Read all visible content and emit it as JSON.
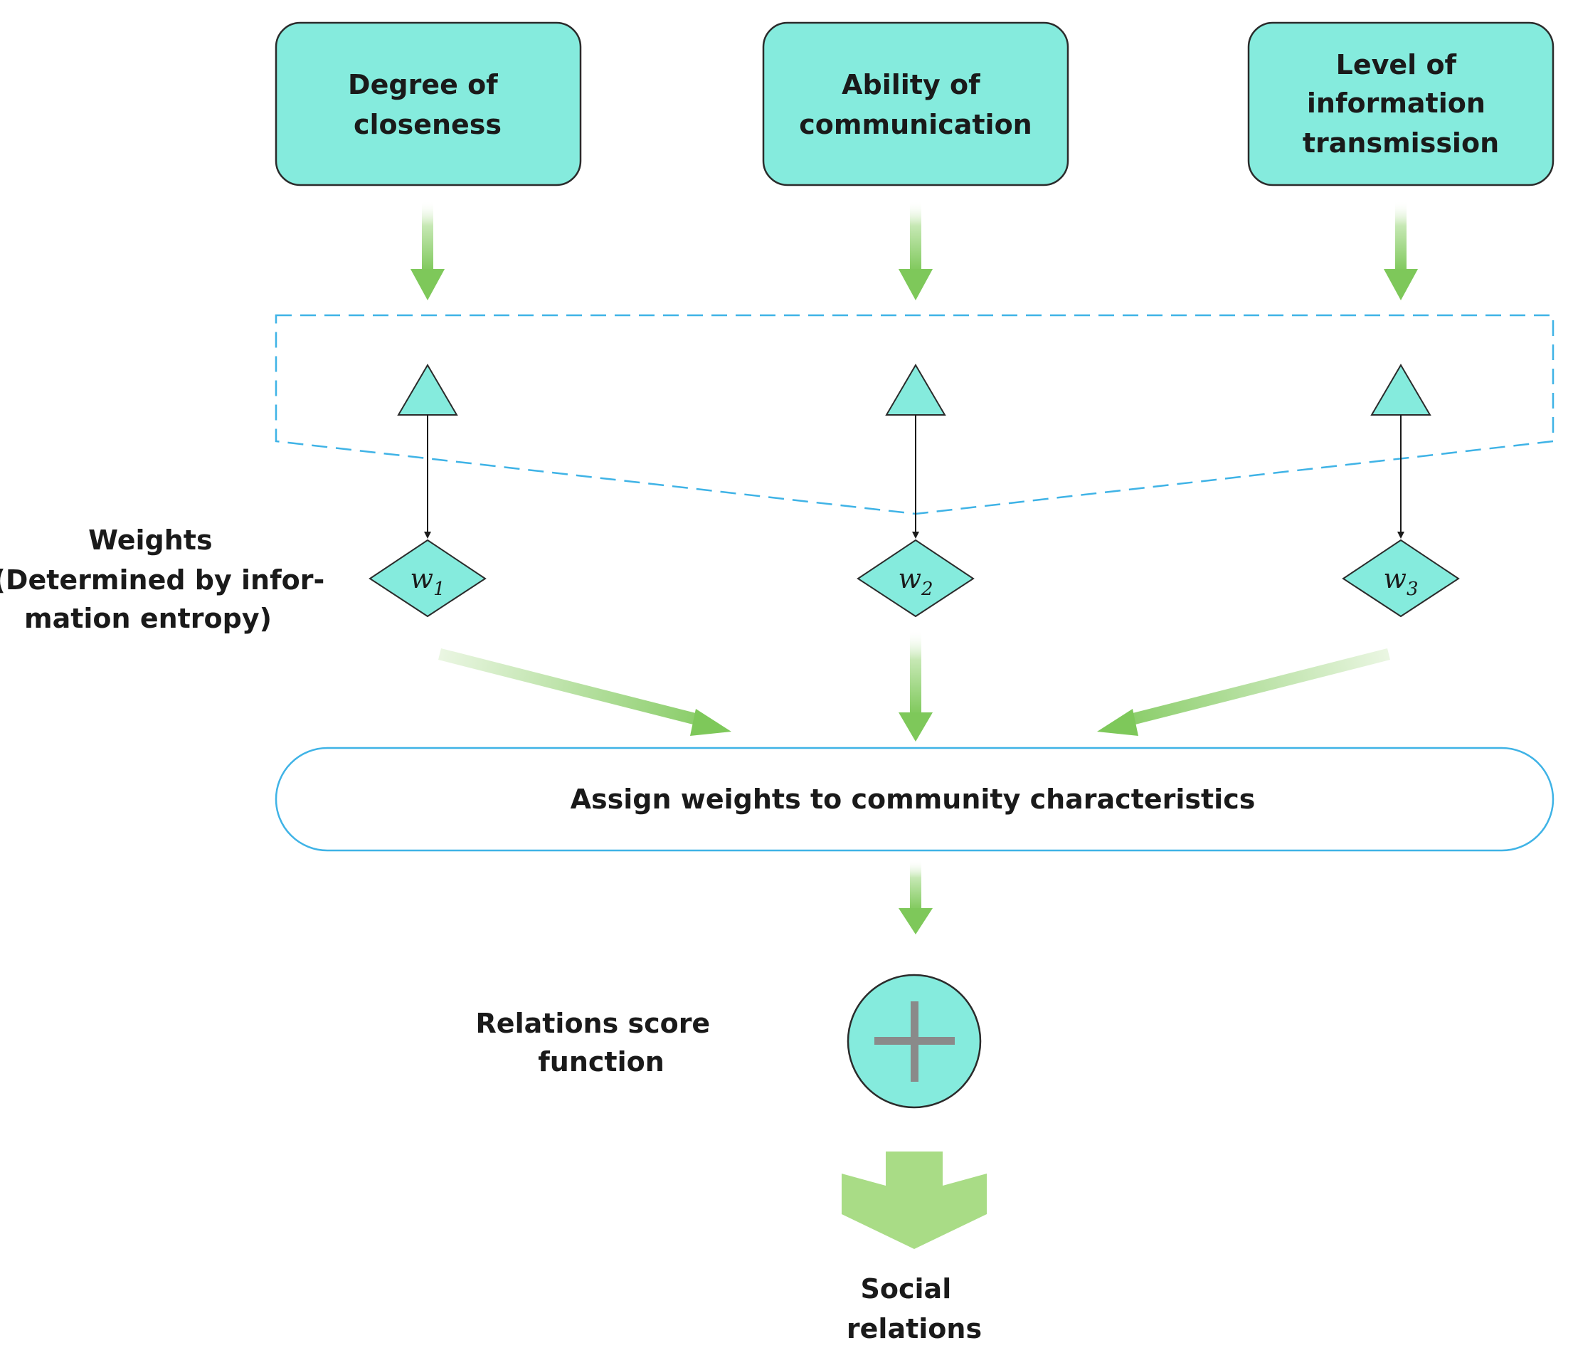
{
  "colors": {
    "node_fill": "#85ebdd",
    "node_stroke": "#2b2b2b",
    "dash_stroke": "#3fb3e6",
    "arrow_green": "#7ec85a",
    "arrow_green_light": "#c6e8b4",
    "plus_gray": "#8a8a8a"
  },
  "features": [
    {
      "id": "closeness",
      "lines": [
        "Degree of",
        "closeness"
      ],
      "weight_letter": "w",
      "weight_index": "1"
    },
    {
      "id": "communication",
      "lines": [
        "Ability of",
        "communication"
      ],
      "weight_letter": "w",
      "weight_index": "2"
    },
    {
      "id": "transmission",
      "lines": [
        "Level of",
        "information",
        "transmission"
      ],
      "weight_letter": "w",
      "weight_index": "3"
    }
  ],
  "weights_label": {
    "lines": [
      "Weights",
      "(Determined by infor-",
      "mation entropy)"
    ]
  },
  "assign_box": {
    "label": "Assign weights to community characteristics"
  },
  "score_function": {
    "lines": [
      "Relations score",
      "function"
    ],
    "icon": "plus-icon"
  },
  "output": {
    "lines": [
      "Social",
      "relations"
    ]
  }
}
